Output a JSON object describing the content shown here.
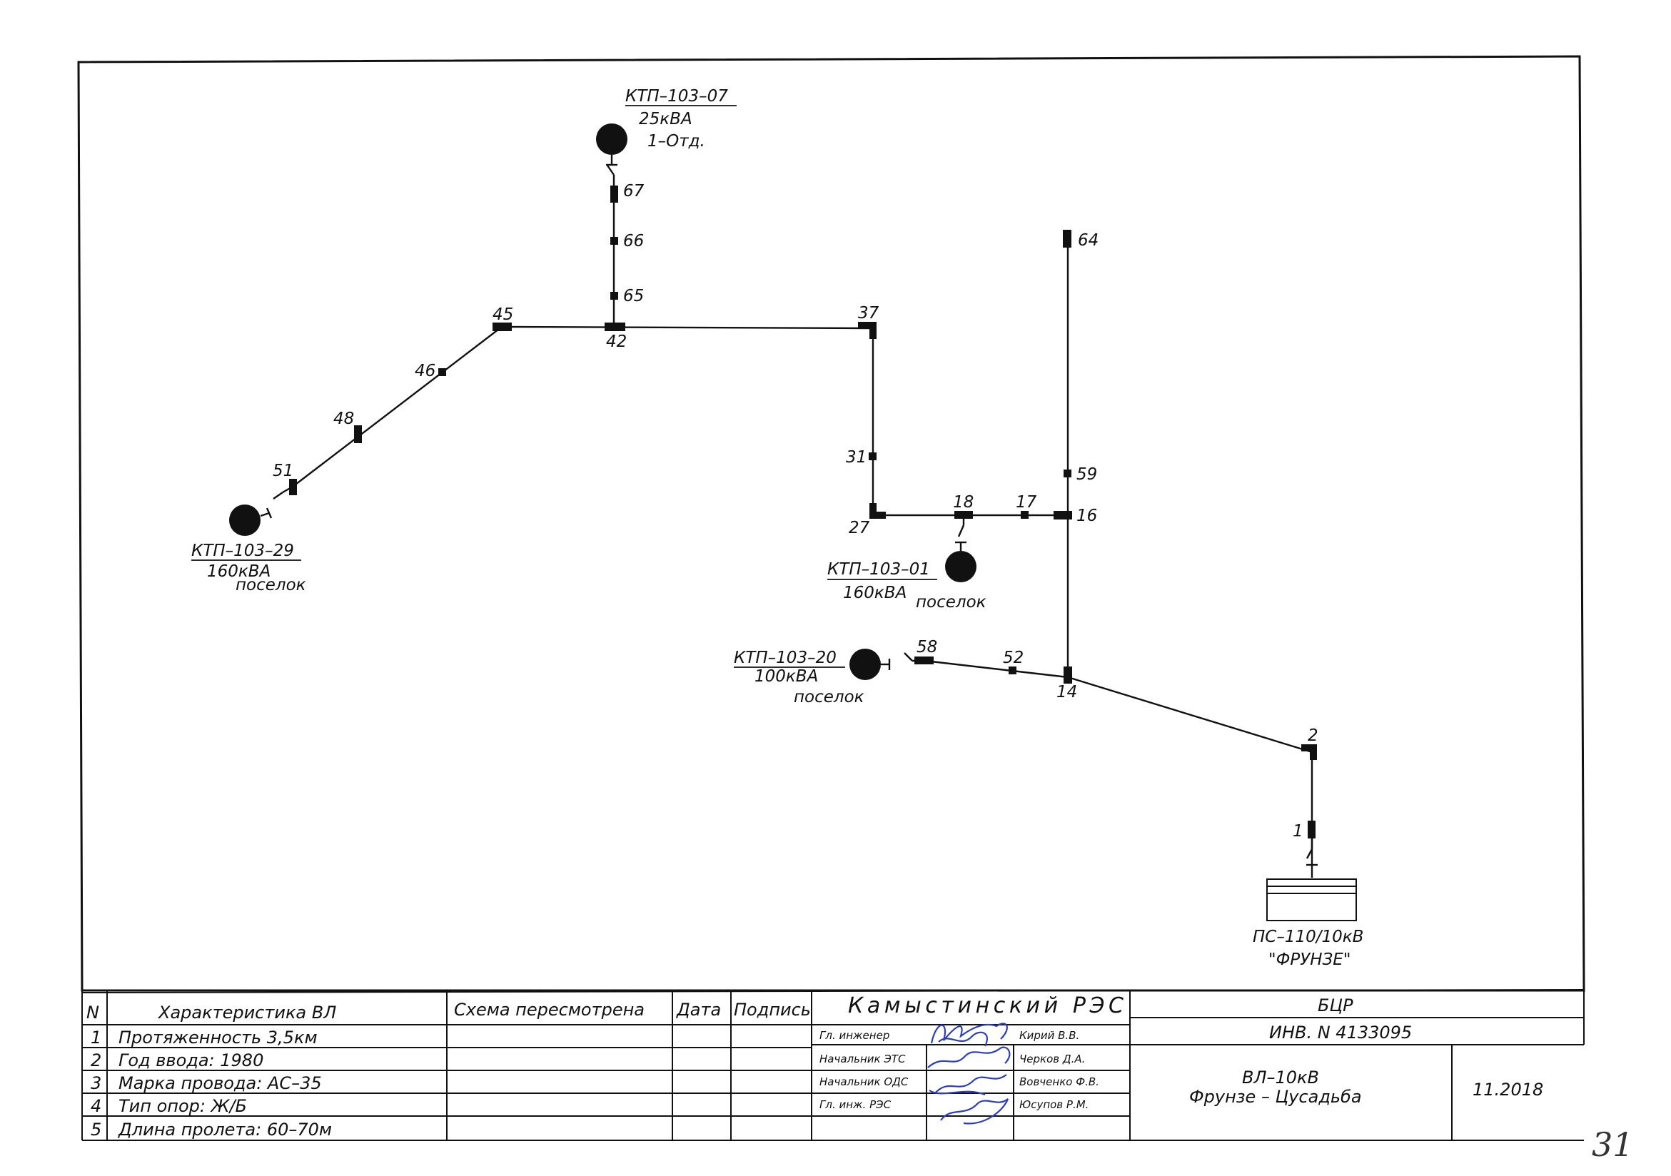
{
  "diagram": {
    "poles": {
      "p1": "1",
      "p2": "2",
      "p14": "14",
      "p16": "16",
      "p17": "17",
      "p18": "18",
      "p27": "27",
      "p31": "31",
      "p37": "37",
      "p42": "42",
      "p45": "45",
      "p46": "46",
      "p48": "48",
      "p51": "51",
      "p52": "52",
      "p58": "58",
      "p59": "59",
      "p64": "64",
      "p65": "65",
      "p66": "66",
      "p67": "67"
    },
    "substations": {
      "ktp07": {
        "name": "КТП–103–07",
        "power": "25кВА",
        "note": "1–Отд."
      },
      "ktp29": {
        "name": "КТП–103–29",
        "power": "160кВА",
        "note": "поселок"
      },
      "ktp01": {
        "name": "КТП–103–01",
        "power": "160кВА",
        "note": "поселок"
      },
      "ktp20": {
        "name": "КТП–103–20",
        "power": "100кВА",
        "note": "поселок"
      }
    },
    "main_substation": {
      "name": "ПС–110/10кВ",
      "label": "\"ФРУНЗЕ\""
    }
  },
  "title_block": {
    "col_n": "N",
    "col_char": "Характеристика ВЛ",
    "col_review": "Схема пересмотрена",
    "col_date": "Дата",
    "col_sign": "Подпись",
    "rows": [
      {
        "n": "1",
        "text": "Протяженность 3,5км"
      },
      {
        "n": "2",
        "text": "Год ввода: 1980"
      },
      {
        "n": "3",
        "text": "Марка провода: АС–35"
      },
      {
        "n": "4",
        "text": "Тип опор: Ж/Б"
      },
      {
        "n": "5",
        "text": "Длина пролета: 60–70м"
      }
    ],
    "org": "Камыстинский РЭС",
    "signers": [
      {
        "role": "Гл. инженер",
        "name": "Кирий В.В."
      },
      {
        "role": "Начальник ЭТС",
        "name": "Черков Д.А."
      },
      {
        "role": "Начальник ОДС",
        "name": "Вовченко Ф.В."
      },
      {
        "role": "Гл. инж. РЭС",
        "name": "Юсупов Р.М."
      }
    ],
    "dept": "БЦР",
    "inv": "ИНВ. N 4133095",
    "line_name": "ВЛ–10кВ",
    "line_route": "Фрунзе – Цусадьба",
    "date": "11.2018"
  },
  "page_number": "31",
  "colors": {
    "ink": "#111111",
    "signature": "#2c3fb8",
    "paper": "#ffffff"
  }
}
